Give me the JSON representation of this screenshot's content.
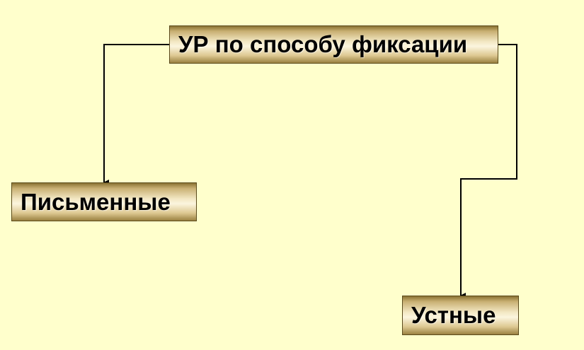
{
  "diagram": {
    "root": {
      "label": "УР по способу фиксации"
    },
    "children": [
      {
        "id": "written",
        "label": "Письменные"
      },
      {
        "id": "oral",
        "label": "Устные"
      }
    ],
    "colors": {
      "background": "#ffffcc",
      "connector": "#000000",
      "box_border": "#5a4a1c",
      "box_gold_dark": "#8a7232",
      "box_gold_light": "#fbf5de"
    }
  }
}
